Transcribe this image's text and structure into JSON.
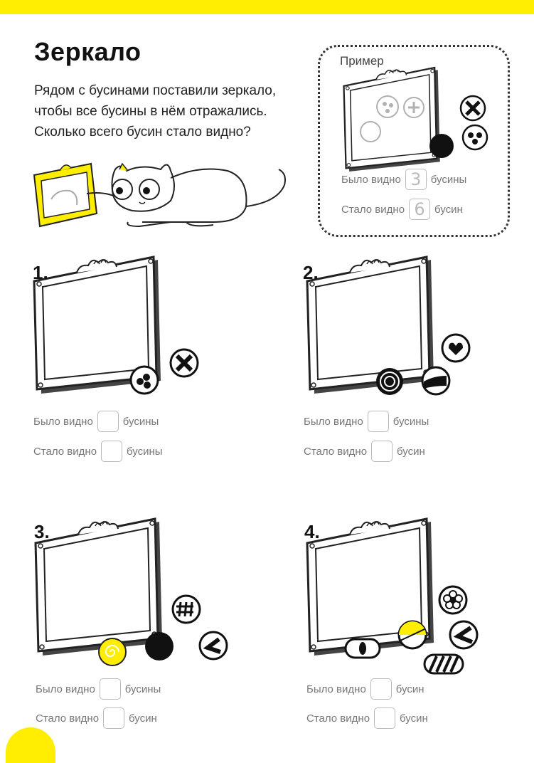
{
  "title": "Зеркало",
  "instructions": [
    "Рядом с бусинами поставили зеркало,",
    "чтобы все бусины в нём отражались.",
    "Сколько всего бусин стало видно?"
  ],
  "example": {
    "label": "Пример",
    "before_label": "Было видно",
    "before_value": "3",
    "before_unit": "бусины",
    "after_label": "Стало видно",
    "after_value": "6",
    "after_unit": "бусин"
  },
  "tasks": [
    {
      "number": "1.",
      "before_label": "Было видно",
      "before_unit": "бусины",
      "after_label": "Стало видно",
      "after_unit": "бусины"
    },
    {
      "number": "2.",
      "before_label": "Было видно",
      "before_unit": "бусины",
      "after_label": "Стало видно",
      "after_unit": "бусин"
    },
    {
      "number": "3.",
      "before_label": "Было видно",
      "before_unit": "бусины",
      "after_label": "Стало видно",
      "after_unit": "бусин"
    },
    {
      "number": "4.",
      "before_label": "Было видно",
      "before_unit": "бусин",
      "after_label": "Стало видно",
      "after_unit": "бусин"
    }
  ],
  "colors": {
    "accent": "#ffee00",
    "ink": "#111111",
    "muted": "#777777"
  }
}
